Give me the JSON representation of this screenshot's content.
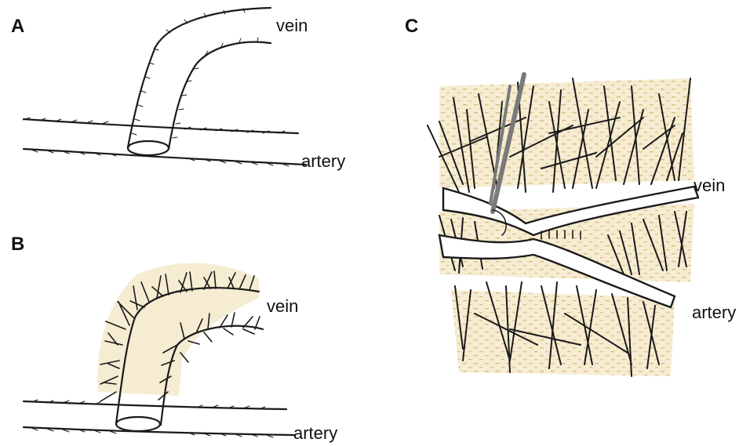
{
  "panels": {
    "a": {
      "letter": "A",
      "vein_label": "vein",
      "artery_label": "artery"
    },
    "b": {
      "letter": "B",
      "vein_label": "vein",
      "artery_label": "artery"
    },
    "c": {
      "letter": "C",
      "vein_label": "vein",
      "artery_label": "artery"
    }
  },
  "colors": {
    "ink": "#1a1a1a",
    "tissue_tint": "#f3e6c6",
    "tissue_dots": "#d9bf7e",
    "needle": "#7a7a7a"
  }
}
